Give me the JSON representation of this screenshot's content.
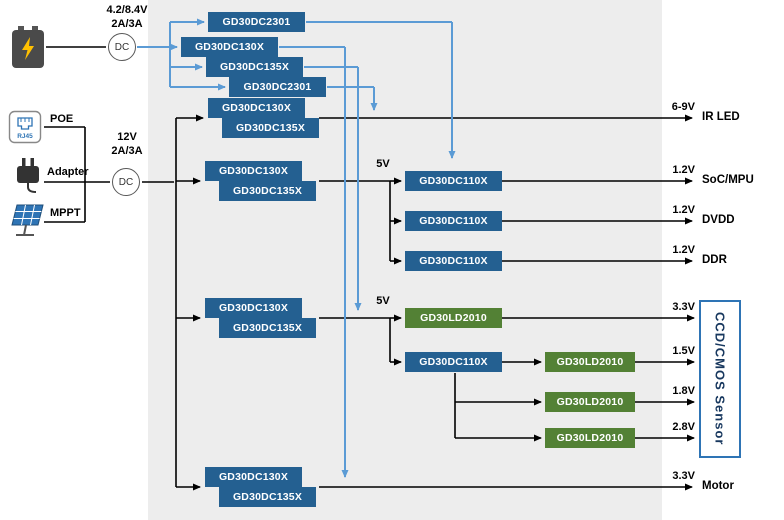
{
  "colors": {
    "chip_blue": "#246091",
    "chip_green": "#538135",
    "wire_blue": "#5B9BD5",
    "panel_bg": "#EDEDED",
    "sensor_border": "#2E74B5",
    "sensor_text": "#17375E"
  },
  "battery_rail": {
    "voltage": "4.2/8.4V",
    "current": "2A/3A",
    "dc": "DC",
    "chips": [
      "GD30DC2301",
      "GD30DC130X",
      "GD30DC135X",
      "GD30DC2301"
    ]
  },
  "main_rail": {
    "voltage": "12V",
    "current": "2A/3A",
    "dc": "DC",
    "rj45": "RJ45",
    "inputs": [
      "POE",
      "Adapter",
      "MPPT"
    ]
  },
  "ir_row": {
    "chips": [
      "GD30DC130X",
      "GD30DC135X"
    ],
    "out_voltage": "6-9V",
    "out_label": "IR LED"
  },
  "soc_row": {
    "chips": [
      "GD30DC130X",
      "GD30DC135X"
    ],
    "rail": "5V",
    "regs": [
      "GD30DC110X",
      "GD30DC110X",
      "GD30DC110X"
    ],
    "outs": [
      {
        "v": "1.2V",
        "label": "SoC/MPU"
      },
      {
        "v": "1.2V",
        "label": "DVDD"
      },
      {
        "v": "1.2V",
        "label": "DDR"
      }
    ]
  },
  "sensor_row": {
    "chips": [
      "GD30DC130X",
      "GD30DC135X"
    ],
    "rail": "5V",
    "ldo_33": "GD30LD2010",
    "buck": "GD30DC110X",
    "ldo_15": "GD30LD2010",
    "ldo_18": "GD30LD2010",
    "ldo_28": "GD30LD2010",
    "outs": {
      "v33": "3.3V",
      "v15": "1.5V",
      "v18": "1.8V",
      "v28": "2.8V"
    },
    "sensor": "CCD/CMOS Sensor"
  },
  "motor_row": {
    "chips": [
      "GD30DC130X",
      "GD30DC135X"
    ],
    "out_voltage": "3.3V",
    "out_label": "Motor"
  }
}
